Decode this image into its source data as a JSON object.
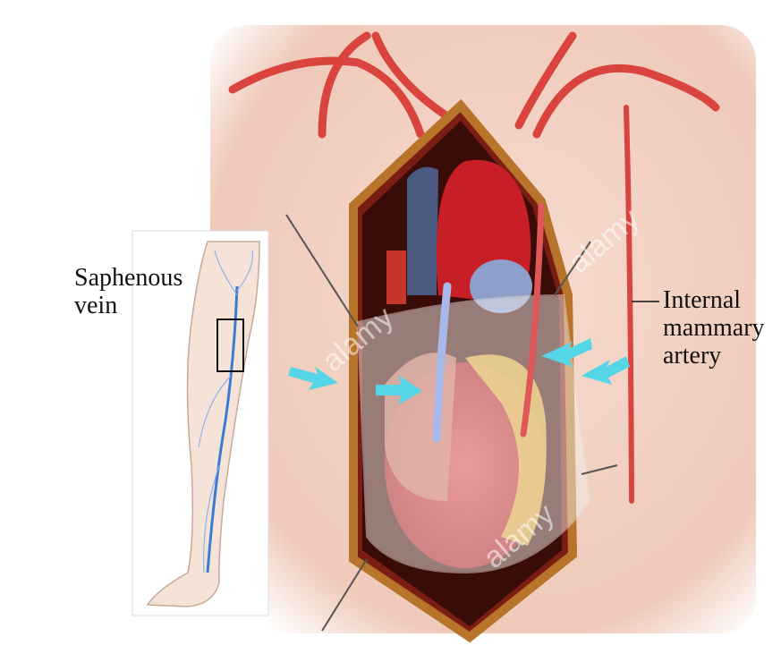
{
  "labels": {
    "saphenous": [
      "Saphenous",
      "vein"
    ],
    "internal_mammary": [
      "Internal",
      "mammary",
      "artery"
    ]
  },
  "watermark": "alamy",
  "colors": {
    "skin": "#f3d5c8",
    "heart": "#c8232b",
    "vein": "#3a7bd5",
    "arrow": "#55d6e6"
  }
}
